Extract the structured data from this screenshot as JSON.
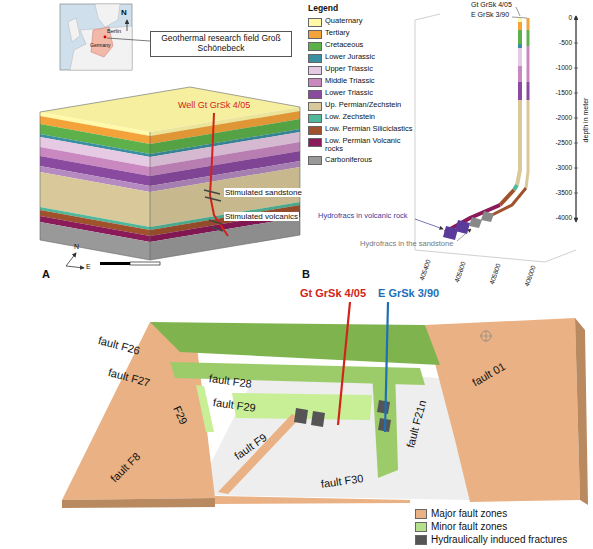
{
  "diagram": {
    "nodes": [
      {
        "text": [
          "Geothermal research field Groß Schönebeck"
        ]
      }
    ],
    "labels": [
      "N",
      "Berlin",
      "Germany",
      "Well Gt GrSk 4/05",
      "Stimulated sandstone",
      "Stimulated volcanics",
      "N",
      "E",
      "A",
      "Legend",
      "Gt GrSk 4/05",
      "E GrSk 3/90",
      "0",
      "-500",
      "-1000",
      "-1500",
      "-2000",
      "-2500",
      "-3000",
      "-3500",
      "-4000",
      "depth in meter",
      "Hydrofracs in volcanic rock",
      "Hydrofracs in the sandstone",
      "405400",
      "405600",
      "405800",
      "406000",
      "B",
      "Gt GrSk 4/05",
      "E GrSk 3/90",
      "fault F26",
      "fault F27",
      "fault F28",
      "fault F29",
      "F29",
      "fault F21n",
      "fault 01",
      "fault F8",
      "fault F9",
      "fault F30"
    ],
    "legend": [
      {
        "text": "Quaternary",
        "color": "#fff9a8"
      },
      {
        "text": "Tertiary",
        "color": "#f3a33a"
      },
      {
        "text": "Cretaceous",
        "color": "#5db04a"
      },
      {
        "text": "Lower Jurassic",
        "color": "#3a8fa0"
      },
      {
        "text": "Upper Triassic",
        "color": "#e6c9e3"
      },
      {
        "text": "Middle Triassic",
        "color": "#c989c0"
      },
      {
        "text": "Lower Triassic",
        "color": "#8a4aa0"
      },
      {
        "text": "Up. Permian/Zechstein",
        "color": "#d8c89a"
      },
      {
        "text": "Low. Zechstein",
        "color": "#4fb89a"
      },
      {
        "text": "Low. Permian Siliciclastics",
        "color": "#a0522d"
      },
      {
        "text": "Low. Permian Volcanic rocks",
        "color": "#8b1a5a"
      },
      {
        "text": "Carboniferous",
        "color": "#999999"
      },
      {
        "text": "Major fault zones",
        "color": "#e9b184"
      },
      {
        "text": "Minor fault zones",
        "color": "#b5e08c"
      },
      {
        "text": "Hydraulically induced fractures",
        "color": "#555555"
      }
    ]
  }
}
